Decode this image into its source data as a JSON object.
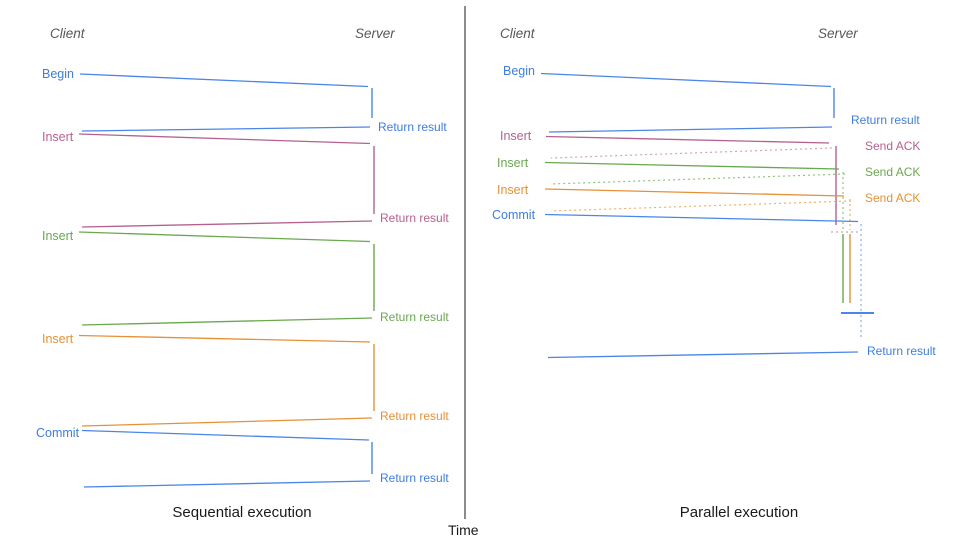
{
  "palette": {
    "blue_text": "#3e7de0",
    "blue_line": "#4a86e8",
    "blue_light": "#8ab0ef",
    "pink": "#b5618e",
    "pink_light": "#cfa5bc",
    "green": "#6aa84f",
    "green_light": "#93c47d",
    "orange": "#e69138",
    "orange_light": "#f1b266",
    "axis": "#4d4d4d",
    "header": "#58585a",
    "title": "#1a1a1a"
  },
  "time_axis": {
    "label": "Time"
  },
  "left_panel": {
    "title": "Sequential execution",
    "client_label": "Client",
    "server_label": "Server",
    "operations": [
      {
        "name": "Begin",
        "response": "Return result"
      },
      {
        "name": "Insert",
        "response": "Return result"
      },
      {
        "name": "Insert",
        "response": "Return result"
      },
      {
        "name": "Insert",
        "response": "Return result"
      },
      {
        "name": "Commit",
        "response": "Return result"
      }
    ]
  },
  "right_panel": {
    "title": "Parallel execution",
    "client_label": "Client",
    "server_label": "Server",
    "operations": [
      {
        "name": "Begin",
        "response": "Return result"
      },
      {
        "name": "Insert",
        "response": "Send ACK"
      },
      {
        "name": "Insert",
        "response": "Send ACK"
      },
      {
        "name": "Insert",
        "response": "Send ACK"
      },
      {
        "name": "Commit",
        "response": "Return result"
      }
    ]
  }
}
